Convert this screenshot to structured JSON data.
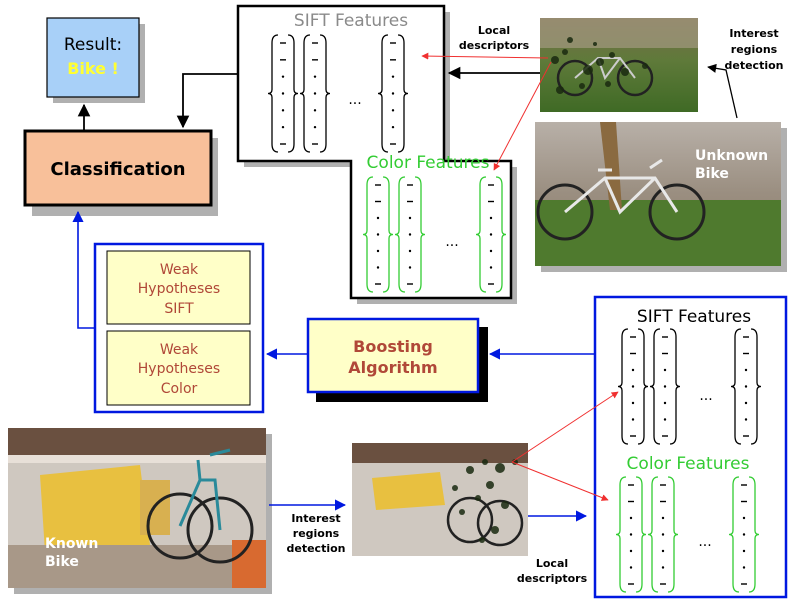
{
  "result": {
    "label": "Result:",
    "value": "Bike !"
  },
  "classification": {
    "label": "Classification"
  },
  "weak_hypotheses": [
    {
      "lines": [
        "Weak",
        "Hypotheses",
        "SIFT"
      ]
    },
    {
      "lines": [
        "Weak",
        "Hypotheses",
        "Color"
      ]
    }
  ],
  "boosting": {
    "lines": [
      "Boosting",
      "Algorithm"
    ]
  },
  "unknown": {
    "sift_title": "SIFT Features",
    "color_title": "Color Features",
    "local_descriptors": [
      "Local",
      "descriptors"
    ],
    "interest_detection": [
      "Interest",
      "regions",
      "detection"
    ],
    "photo_label": [
      "Unknown",
      "Bike"
    ]
  },
  "known": {
    "sift_title": "SIFT Features",
    "color_title": "Color Features",
    "interest_detection": [
      "Interest",
      "regions",
      "detection"
    ],
    "local_descriptors": [
      "Local",
      "descriptors"
    ],
    "photo_label": [
      "Known",
      "Bike"
    ]
  },
  "ellipsis": "...",
  "colors": {
    "result_fill": "#a8d0f8",
    "bike_text": "#ffff33",
    "classification_fill": "#f8c09a",
    "hypothesis_fill": "#ffffc8",
    "hypothesis_text": "#b04838",
    "boosting_text": "#b04838",
    "blue": "#0018e0",
    "red_arrow": "#f03030",
    "sift_gray": "#8a8a8a",
    "color_green": "#33cc33",
    "shadow": "#b0b0b0"
  }
}
